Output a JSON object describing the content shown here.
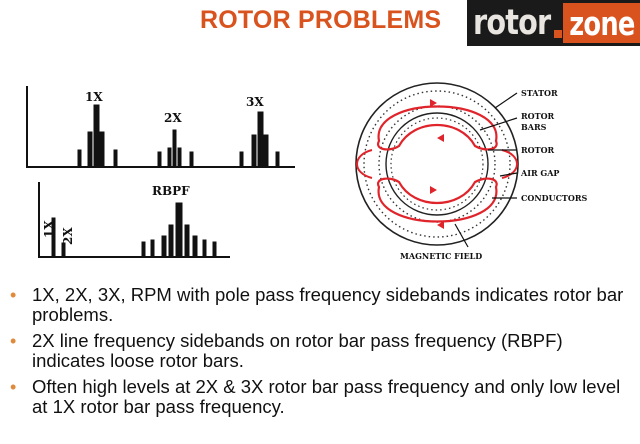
{
  "title": "ROTOR PROBLEMS",
  "logo": {
    "part1": "rotor",
    "part2": "zone"
  },
  "spectrum_top": {
    "labels": [
      "1X",
      "2X",
      "3X"
    ]
  },
  "spectrum_bottom": {
    "labels": [
      "1X",
      "2X",
      "RBPF"
    ]
  },
  "rotor_diagram": {
    "labels": [
      "STATOR",
      "ROTOR BARS",
      "ROTOR",
      "AIR GAP",
      "CONDUCTORS",
      "MAGNETIC FIELD"
    ],
    "colors": {
      "field": "#e0242b",
      "lines": "#222222"
    }
  },
  "bullets": [
    "1X, 2X, 3X, RPM with pole pass frequency sidebands indicates rotor bar problems.",
    "2X line frequency sidebands on rotor bar pass frequency (RBPF) indicates loose rotor bars.",
    "Often high levels at 2X  & 3X rotor bar pass frequency and only low level at 1X rotor bar pass frequency."
  ],
  "bullet_symbol": "•",
  "colors": {
    "title": "#d9531e",
    "bullet": "#e08a3c"
  }
}
